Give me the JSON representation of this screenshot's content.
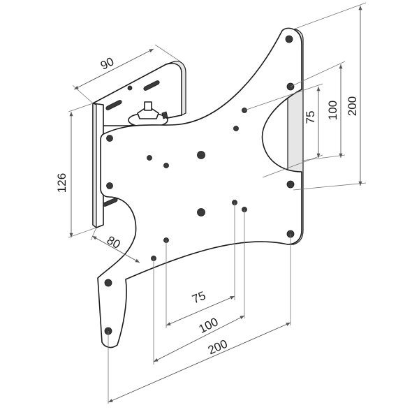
{
  "dimensions": {
    "bracket_depth": "90",
    "bracket_height": "126",
    "arm_offset": "80",
    "vertical_75": "75",
    "vertical_100": "100",
    "vertical_200": "200",
    "horizontal_75": "75",
    "horizontal_100": "100",
    "horizontal_200": "200"
  },
  "colors": {
    "line": "#1a1a1a",
    "dimension_line": "#555555",
    "hole_fill": "#3a3a3a",
    "edge_fill": "#e6e6e6"
  }
}
